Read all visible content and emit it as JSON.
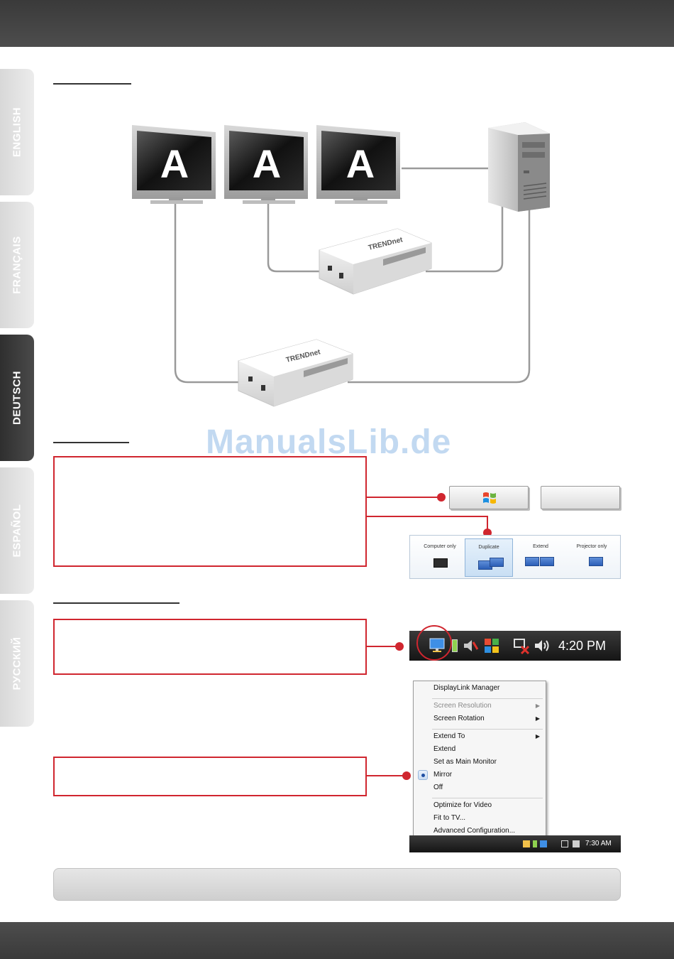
{
  "tabs": [
    {
      "label": "ENGLISH"
    },
    {
      "label": "FRANÇAIS"
    },
    {
      "label": "DEUTSCH"
    },
    {
      "label": "ESPAÑOL"
    },
    {
      "label": "РУССКИЙ"
    }
  ],
  "diagram": {
    "monitor_letter": "A",
    "device_brand": "TRENDnet"
  },
  "watermark": "ManualsLib.de",
  "projector": {
    "options": [
      "Computer only",
      "Duplicate",
      "Extend",
      "Projector only"
    ]
  },
  "taskbar": {
    "time": "4:20 PM"
  },
  "menu": {
    "items": [
      "DisplayLink Manager",
      "Screen Resolution",
      "Screen Rotation",
      "Extend To",
      "Extend",
      "Set as Main Monitor",
      "Mirror",
      "Off",
      "Optimize for Video",
      "Fit to TV...",
      "Advanced Configuration..."
    ]
  },
  "taskbar2": {
    "time": "7:30 AM"
  },
  "colors": {
    "accent": "#d0262f",
    "dark": "#3a3a3a",
    "tab_inactive": "#e0e0e0"
  }
}
